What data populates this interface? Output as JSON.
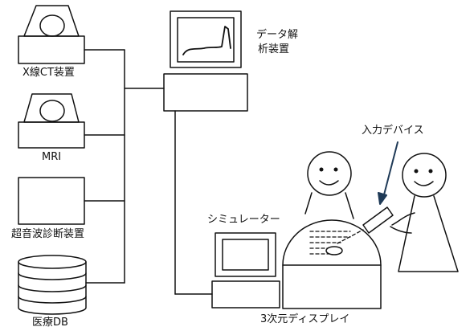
{
  "labels": {
    "ct": "X線CT装置",
    "mri": "MRI",
    "ultrasound": "超音波診断装置",
    "medical_db": "医療DB",
    "data_analysis_line1": "データ解",
    "data_analysis_line2": "析装置",
    "simulator": "シミュレーター",
    "input_device": "入力デバイス",
    "display_3d": "3次元ディスプレイ"
  },
  "icons": [
    "ct-scanner-icon",
    "mri-scanner-icon",
    "ultrasound-device-icon",
    "database-icon",
    "data-analysis-monitor-icon",
    "simulator-computer-icon",
    "3d-display-dome-icon",
    "stylus-pen-icon",
    "person-icon"
  ],
  "colors": {
    "stroke": "#111111",
    "arrow": "#1f3a57"
  }
}
